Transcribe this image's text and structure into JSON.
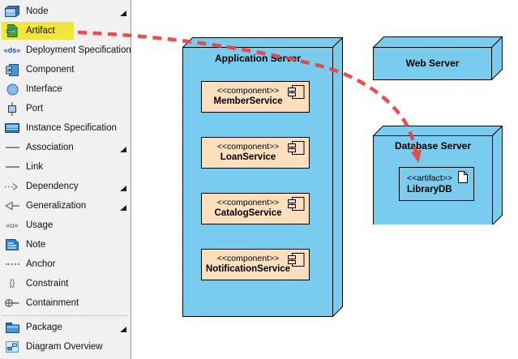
{
  "palette": {
    "items": [
      {
        "label": "Node",
        "submenu": true
      },
      {
        "label": "Artifact",
        "highlighted": true
      },
      {
        "label": "Deployment Specification"
      },
      {
        "label": "Component"
      },
      {
        "label": "Interface"
      },
      {
        "label": "Port"
      },
      {
        "label": "Instance Specification"
      },
      {
        "label": "Association",
        "submenu": true
      },
      {
        "label": "Link"
      },
      {
        "label": "Dependency",
        "submenu": true
      },
      {
        "label": "Generalization",
        "submenu": true
      },
      {
        "label": "Usage"
      },
      {
        "label": "Note"
      },
      {
        "label": "Anchor"
      },
      {
        "label": "Constraint"
      },
      {
        "label": "Containment"
      },
      {
        "label": "Package",
        "submenu": true
      },
      {
        "label": "Diagram Overview"
      }
    ],
    "icon_glyphs": {
      "deployment_spec": "«ds»",
      "usage": "«u»",
      "constraint": "{}"
    }
  },
  "diagram": {
    "app_server": {
      "title": "Application Server",
      "components": [
        {
          "stereotype": "<<component>>",
          "name": "MemberService"
        },
        {
          "stereotype": "<<component>>",
          "name": "LoanService"
        },
        {
          "stereotype": "<<component>>",
          "name": "CatalogService"
        },
        {
          "stereotype": "<<component>>",
          "name": "NotificationService"
        }
      ]
    },
    "web_server": {
      "title": "Web Server"
    },
    "db_server": {
      "title": "Database Server",
      "artifact": {
        "stereotype": "<<artifact>>",
        "name": "LibraryDB"
      }
    }
  },
  "colors": {
    "node_fill": "#79ccee",
    "component_fill": "#fcdfbc",
    "palette_highlight": "#f2e63c",
    "drag_arrow": "#e94444",
    "palette_bg": "#f1f1f1"
  }
}
